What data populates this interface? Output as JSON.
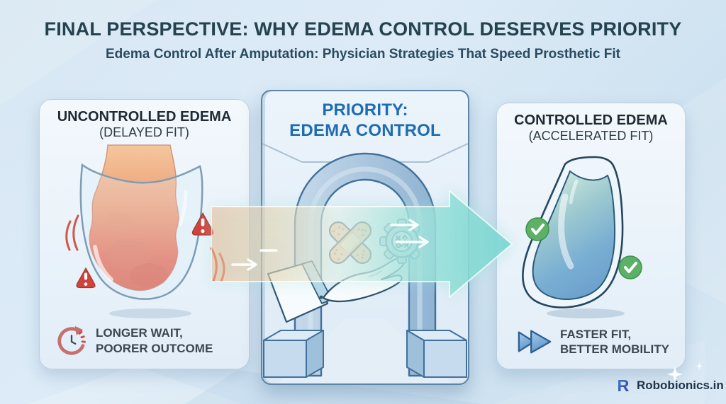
{
  "header": {
    "title": "FINAL PERSPECTIVE: WHY EDEMA CONTROL DESERVES PRIORITY",
    "subtitle": "Edema Control After Amputation: Physician Strategies That Speed Prosthetic Fit"
  },
  "panels": {
    "left": {
      "heading": "UNCONTROLLED EDEMA",
      "subheading": "(DELAYED FIT)",
      "illustration": "swollen-limb-overflowing-transparent-socket",
      "warning_icon": "warning-triangle-icon",
      "caption_icon": "clock-rewind-icon",
      "caption_line1": "LONGER WAIT,",
      "caption_line2": "POORER OUTCOME"
    },
    "center": {
      "heading_line1": "PRIORITY:",
      "heading_line2": "EDEMA CONTROL",
      "illustration": "archway-with-physician-hand-offering-bandages-and-strategy-gear",
      "icons": [
        "crossed-bandages-icon",
        "strategy-gear-icon",
        "physician-hand-icon"
      ]
    },
    "right": {
      "heading": "CONTROLLED EDEMA",
      "subheading": "(ACCELERATED FIT)",
      "illustration": "well-fitted-limb-in-socket",
      "success_icon": "check-circle-icon",
      "caption_icon": "fast-forward-icon",
      "caption_line1": "FASTER FIT,",
      "caption_line2": "BETTER MOBILITY"
    }
  },
  "arrow": {
    "direction": "left-to-right",
    "gradient_from": "#f0b486",
    "gradient_to": "#78d5d0"
  },
  "branding": {
    "logo_glyph": "R",
    "logo_text": "Robobionics.in"
  },
  "colors": {
    "title_navy": "#25424f",
    "accent_blue": "#1e6cb4",
    "warning_red": "#cf433c",
    "success_green": "#5cb166",
    "arch_steel_blue": "#8fb3d2"
  }
}
